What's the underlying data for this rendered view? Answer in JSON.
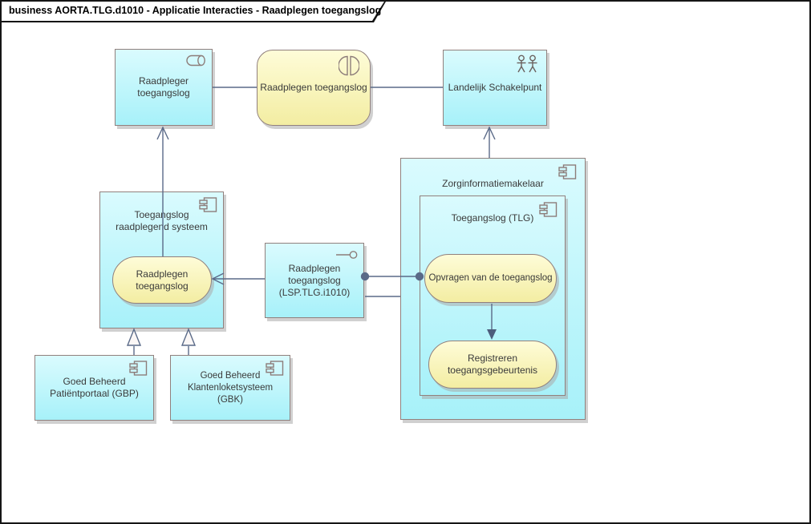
{
  "frame": {
    "title": "business AORTA.TLG.d1010 - Applicatie Interacties - Raadplegen toegangslog"
  },
  "nodes": {
    "raadpleger": {
      "label": "Raadpleger toegangslog",
      "icon": "role-icon"
    },
    "interactie": {
      "label": "Raadplegen toegangslog",
      "icon": "interaction-icon"
    },
    "lsp": {
      "label": "Landelijk Schakelpunt",
      "icon": "actors-icon"
    },
    "systeem": {
      "label": "Toegangslog raadplegend systeem",
      "icon": "component-icon"
    },
    "service": {
      "label": "Raadplegen toegangslog"
    },
    "interface": {
      "label": "Raadplegen toegangslog (LSP.TLG.i1010)",
      "icon": "lollipop-icon"
    },
    "zim": {
      "label": "Zorginformatiemakelaar",
      "icon": "component-icon"
    },
    "tlg": {
      "label": "Toegangslog (TLG)",
      "icon": "component-icon"
    },
    "opvragen": {
      "label": "Opvragen van de toegangslog"
    },
    "registreren": {
      "label": "Registreren toegangsgebeurtenis"
    },
    "gbp": {
      "label": "Goed Beheerd Patiëntportaal (GBP)",
      "icon": "component-icon"
    },
    "gbk": {
      "label": "Goed Beheerd Klantenloketsysteem (GBK)",
      "icon": "component-icon"
    }
  },
  "connectors": [
    {
      "from": "raadpleger",
      "to": "interactie",
      "type": "association"
    },
    {
      "from": "interactie",
      "to": "lsp",
      "type": "association"
    },
    {
      "from": "service",
      "to": "raadpleger",
      "type": "serving-open-arrow"
    },
    {
      "from": "zim",
      "to": "lsp",
      "type": "serving-open-arrow"
    },
    {
      "from": "interface",
      "to": "service",
      "type": "serving-open-arrow"
    },
    {
      "from": "interface",
      "to": "opvragen",
      "type": "ball-both-ends"
    },
    {
      "from": "interface",
      "to": "zim",
      "type": "association"
    },
    {
      "from": "opvragen",
      "to": "registreren",
      "type": "triggering-filled-arrow"
    },
    {
      "from": "gbp",
      "to": "systeem",
      "type": "specialization-hollow-triangle"
    },
    {
      "from": "gbk",
      "to": "systeem",
      "type": "specialization-hollow-triangle"
    }
  ],
  "icons": {
    "role-icon": "horizontal cylinder outline",
    "interaction-icon": "two facing half-circles",
    "actors-icon": "two stick figures",
    "component-icon": "UML component rectangle with two tabs",
    "lollipop-icon": "line with circle (provided interface)"
  },
  "colors": {
    "node_fill_top": "#dafbfe",
    "node_fill_bottom": "#a7f1f9",
    "yellow_fill_top": "#fefcd8",
    "yellow_fill_bottom": "#f3eda2",
    "node_border": "#91807d",
    "connector": "#5a6a88",
    "text": "#3a3a3a"
  }
}
